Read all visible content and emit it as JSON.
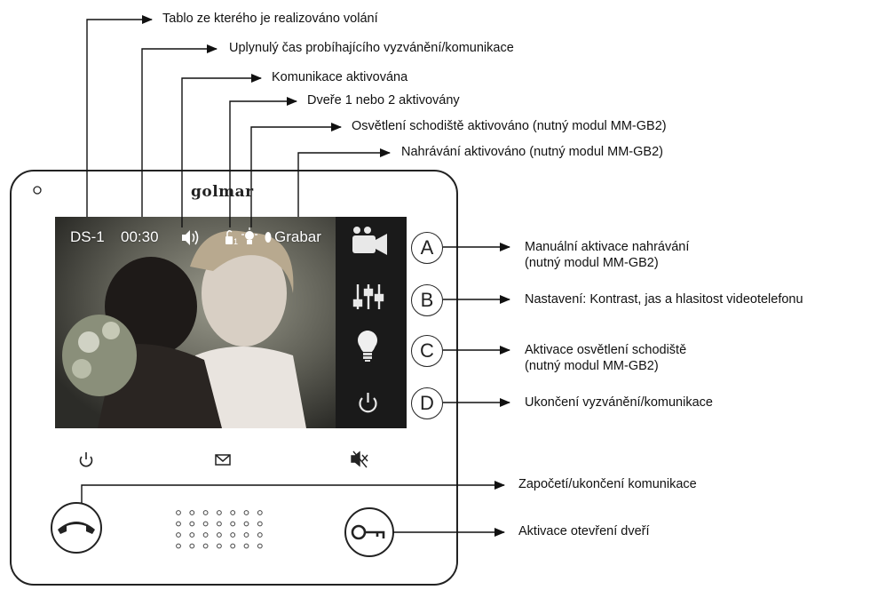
{
  "device": {
    "brand": "golmar",
    "screen": {
      "panel_label": "DS-1",
      "elapsed_time": "00:30",
      "record_text": "Grabar"
    }
  },
  "callouts_top": [
    "Tablo ze kterého je realizováno volání",
    "Uplynulý čas probíhajícího vyzvánění/komunikace",
    "Komunikace aktivována",
    "Dveře 1 nebo 2 aktivovány",
    "Osvětlení schodiště aktivováno (nutný modul MM-GB2)",
    "Nahrávání aktivováno (nutný modul MM-GB2)"
  ],
  "side_buttons": [
    {
      "letter": "A",
      "lines": [
        "Manuální aktivace nahrávání",
        "(nutný modul MM-GB2)"
      ],
      "icon": "camera-icon"
    },
    {
      "letter": "B",
      "lines": [
        "Nastavení: Kontrast,  jas a hlasitost videotelefonu"
      ],
      "icon": "sliders-icon"
    },
    {
      "letter": "C",
      "lines": [
        "Aktivace osvětlení schodiště",
        "(nutný modul MM-GB2)"
      ],
      "icon": "bulb-icon"
    },
    {
      "letter": "D",
      "lines": [
        "Ukončení vyzvánění/komunikace"
      ],
      "icon": "power-icon"
    }
  ],
  "bottom_callouts": [
    "Započetí/ukončení komunikace",
    "Aktivace otevření dveří"
  ],
  "colors": {
    "screen_bg": "#101010",
    "side_panel": "#1a1a1a",
    "outline": "#222222"
  }
}
